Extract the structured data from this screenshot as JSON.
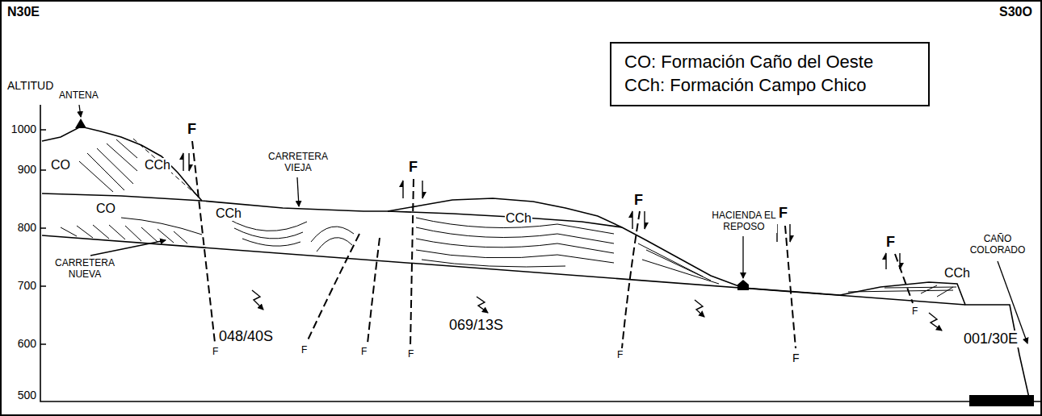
{
  "diagram": {
    "nodes": [
      {
        "text": [
          "CO: Formación Caño del Oeste",
          "CCh: Formación Campo Chico"
        ]
      }
    ],
    "labels": [
      "N30E",
      "S30O",
      "ALTITUD",
      "1000",
      "900",
      "800",
      "700",
      "600",
      "500",
      "ANTENA",
      "CO",
      "CCh",
      "F",
      "CARRETERA VIEJA",
      "CO",
      "CCh",
      "F",
      "CCh",
      "F",
      "HACIENDA EL REPOSO",
      "F",
      "CAÑO COLORADO",
      "F",
      "CCh",
      "CARRETERA NUEVA",
      "F",
      "048/40S",
      "F",
      "F",
      "F",
      "069/13S",
      "F",
      "F",
      "F",
      "001/30E"
    ]
  }
}
